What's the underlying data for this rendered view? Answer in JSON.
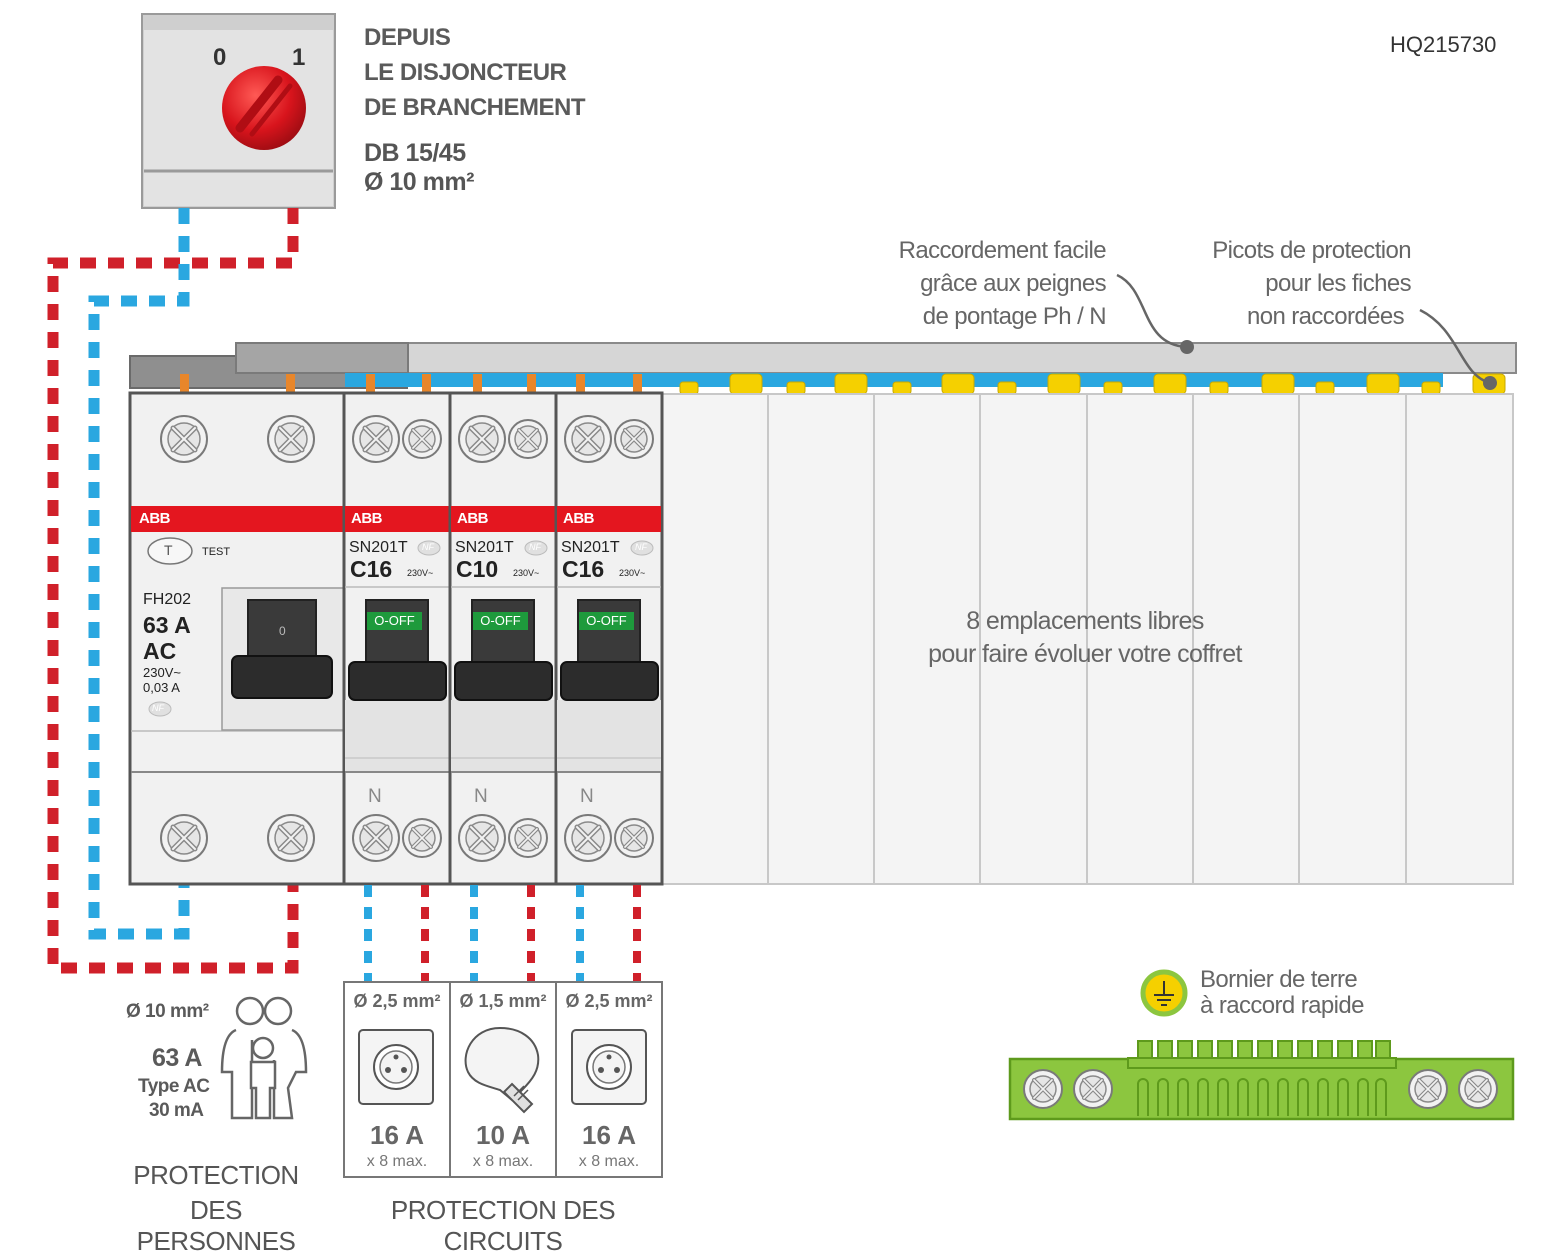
{
  "doc_ref": "HQ215730",
  "source": {
    "switch_0": "0",
    "switch_1": "1",
    "line1": "DEPUIS",
    "line2": "LE DISJONCTEUR",
    "line3": "DE BRANCHEMENT",
    "rating": "DB 15/45",
    "section": "Ø 10 mm²"
  },
  "callouts": {
    "comb_line1": "Raccordement facile",
    "comb_line2": "grâce aux peignes",
    "comb_line3": "de pontage Ph / N",
    "pins_line1": "Picots de protection",
    "pins_line2": "pour les fiches",
    "pins_line3": "non raccordées",
    "free_line1": "8 emplacements libres",
    "free_line2": "pour faire évoluer votre coffret"
  },
  "rcd": {
    "brand": "ABB",
    "test_btn": "T",
    "test_label": "TEST",
    "model": "FH202",
    "amps": "63 A",
    "type": "AC",
    "voltage": "230V~",
    "sensitivity": "0,03 A",
    "lever": "0",
    "nf": "NF"
  },
  "breakers": [
    {
      "brand": "ABB",
      "model": "SN201T",
      "curve": "C16",
      "voltage": "230V~",
      "off": "O-OFF",
      "neutral": "N",
      "nf": "NF"
    },
    {
      "brand": "ABB",
      "model": "SN201T",
      "curve": "C10",
      "voltage": "230V~",
      "off": "O-OFF",
      "neutral": "N",
      "nf": "NF"
    },
    {
      "brand": "ABB",
      "model": "SN201T",
      "curve": "C16",
      "voltage": "230V~",
      "off": "O-OFF",
      "neutral": "N",
      "nf": "NF"
    }
  ],
  "persons": {
    "section": "Ø 10 mm²",
    "amps": "63 A",
    "type": "Type AC",
    "sens": "30 mA",
    "title1": "PROTECTION",
    "title2": "DES PERSONNES"
  },
  "circuits": {
    "title": "PROTECTION DES CIRCUITS",
    "items": [
      {
        "section": "Ø 2,5 mm²",
        "icon": "socket-icon",
        "amps": "16 A",
        "max": "x 8 max."
      },
      {
        "section": "Ø 1,5 mm²",
        "icon": "bulb-icon",
        "amps": "10 A",
        "max": "x 8 max."
      },
      {
        "section": "Ø 2,5 mm²",
        "icon": "socket-icon",
        "amps": "16 A",
        "max": "x 8 max."
      }
    ]
  },
  "earth": {
    "line1": "Bornier de terre",
    "line2": "à raccord rapide"
  },
  "colors": {
    "phase": "#d0202a",
    "neutral": "#2aa7e0",
    "abb_red": "#e4161f",
    "earth_green": "#8cc63f",
    "pin_yellow": "#f5d000",
    "off_green": "#1e9a3c"
  }
}
